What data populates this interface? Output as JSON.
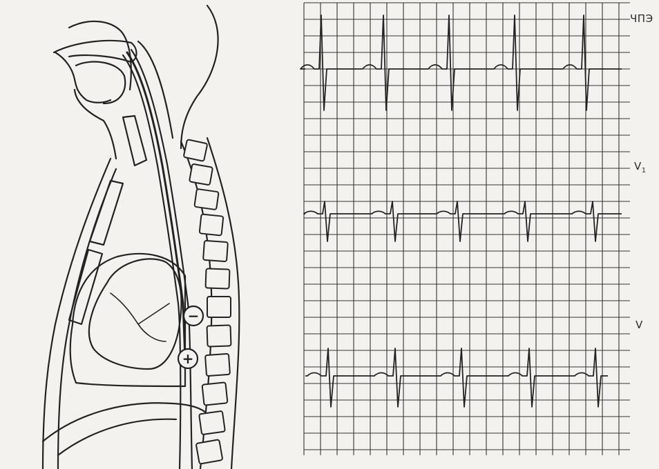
{
  "figure": {
    "leads": [
      {
        "id": "chpe",
        "label": "ЧПЭ",
        "sub": ""
      },
      {
        "id": "v1",
        "label": "V",
        "sub": "1"
      },
      {
        "id": "v",
        "label": "V",
        "sub": ""
      }
    ],
    "electrodes": {
      "negative": "−",
      "positive": "+"
    },
    "colors": {
      "ink": "#222222",
      "grid": "#333333",
      "paper": "#f3f2ee"
    }
  }
}
